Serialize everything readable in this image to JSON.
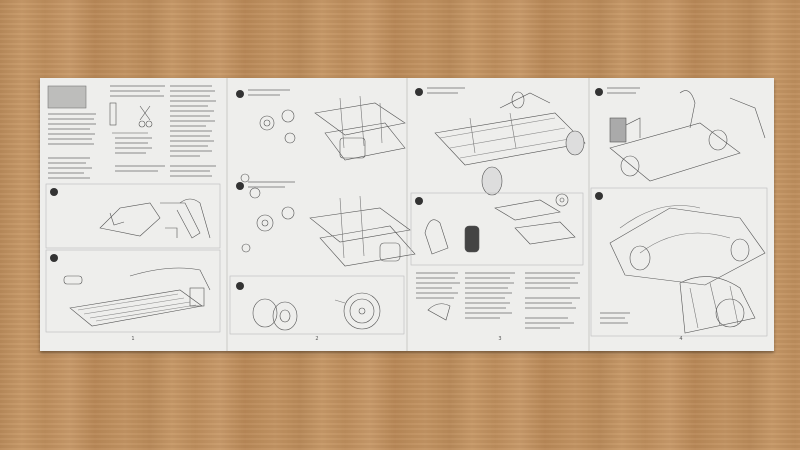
{
  "scene": {
    "description_icon": "unfolded-instruction-sheet-on-wood",
    "colors": {
      "wood": "#c29263",
      "paper": "#eeeeec",
      "ink": "#3a3a3a"
    }
  },
  "sheet": {
    "panels": [
      {
        "page_number": "1",
        "steps": [
          "1",
          "2"
        ]
      },
      {
        "page_number": "2",
        "steps": [
          "3",
          "4",
          "5"
        ]
      },
      {
        "page_number": "3",
        "steps": [
          "6",
          "7"
        ]
      },
      {
        "page_number": "4",
        "steps": [
          "8",
          "9"
        ]
      }
    ]
  }
}
